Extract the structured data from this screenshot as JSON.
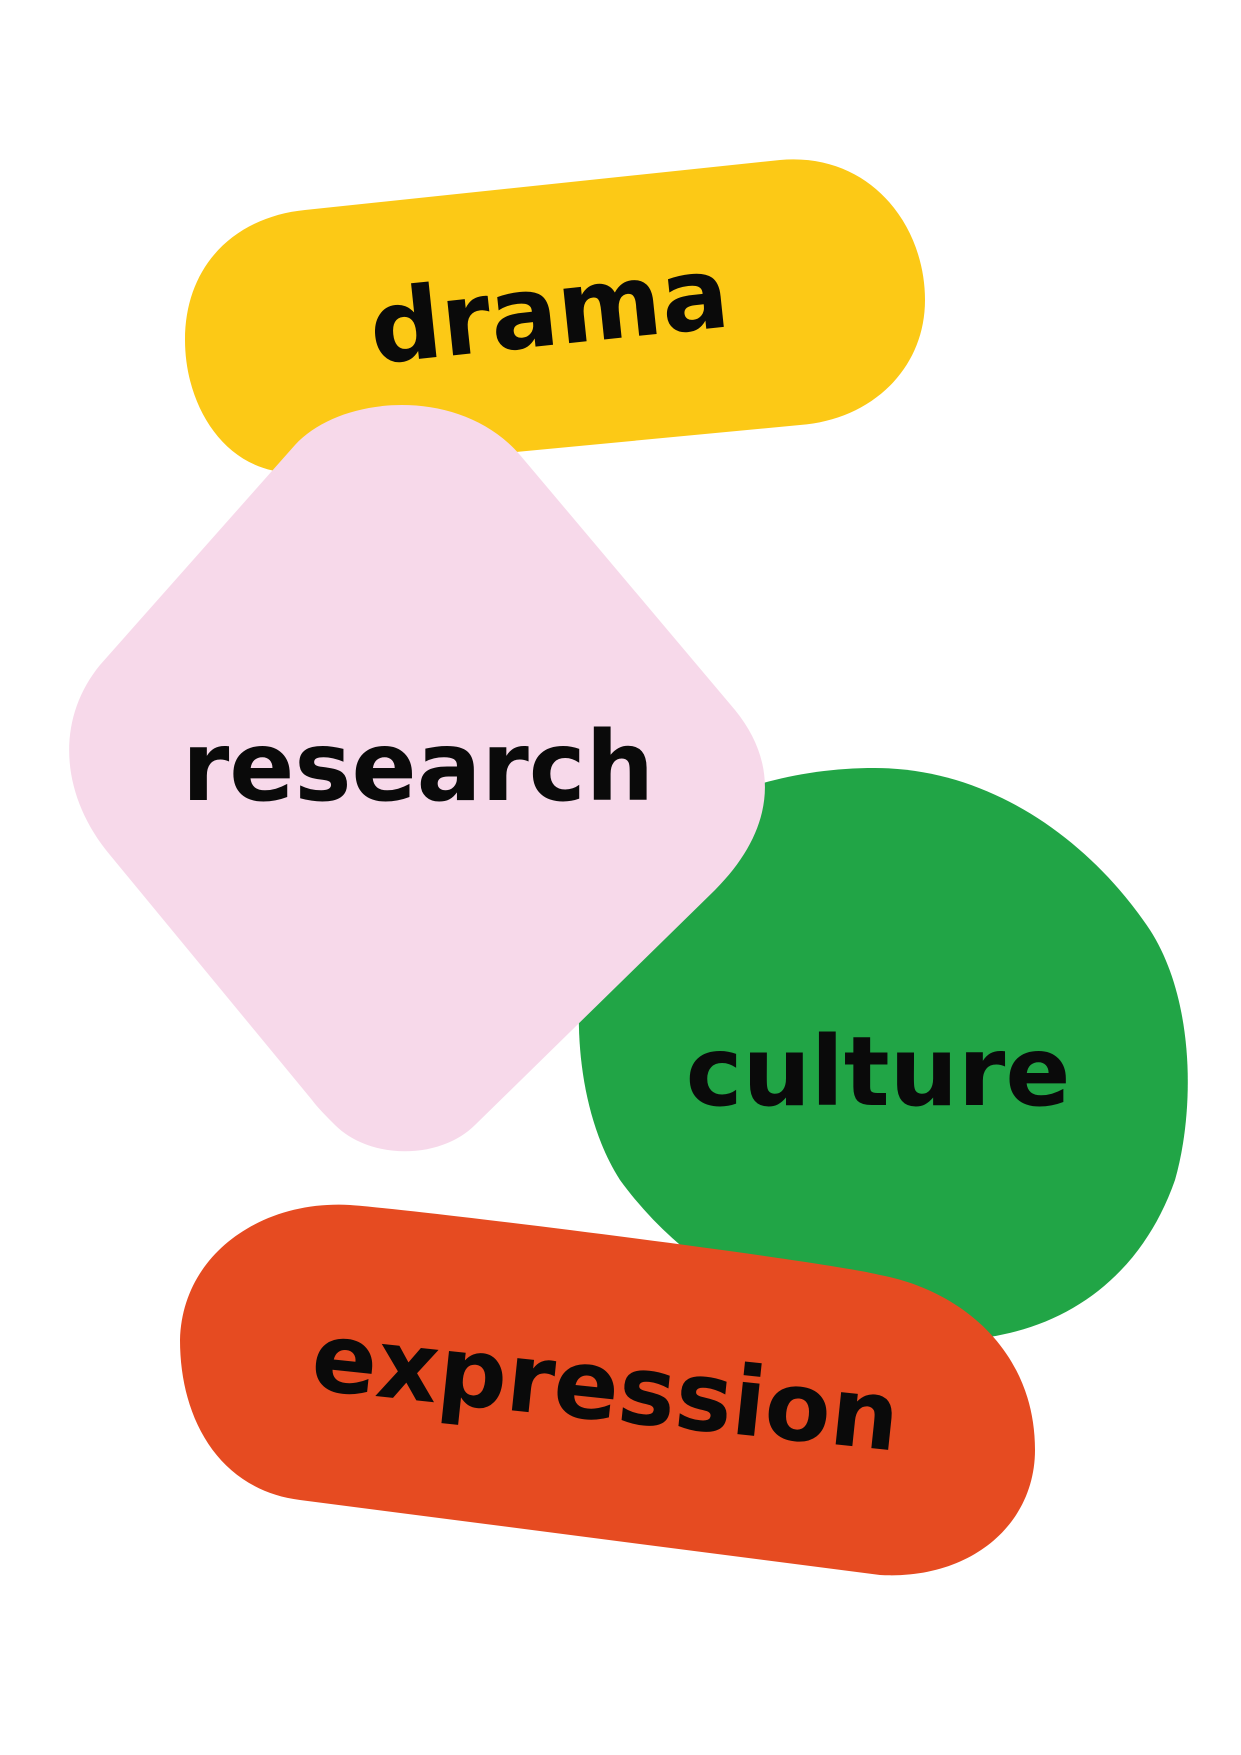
{
  "words": {
    "drama": "drama",
    "research": "research",
    "culture": "culture",
    "expression": "expression"
  },
  "colors": {
    "background": "#ffffff",
    "yellow": "#fcc916",
    "pink": "#f7d9ea",
    "green": "#21a546",
    "orange": "#e64b21",
    "text": "#0a0a0a"
  }
}
